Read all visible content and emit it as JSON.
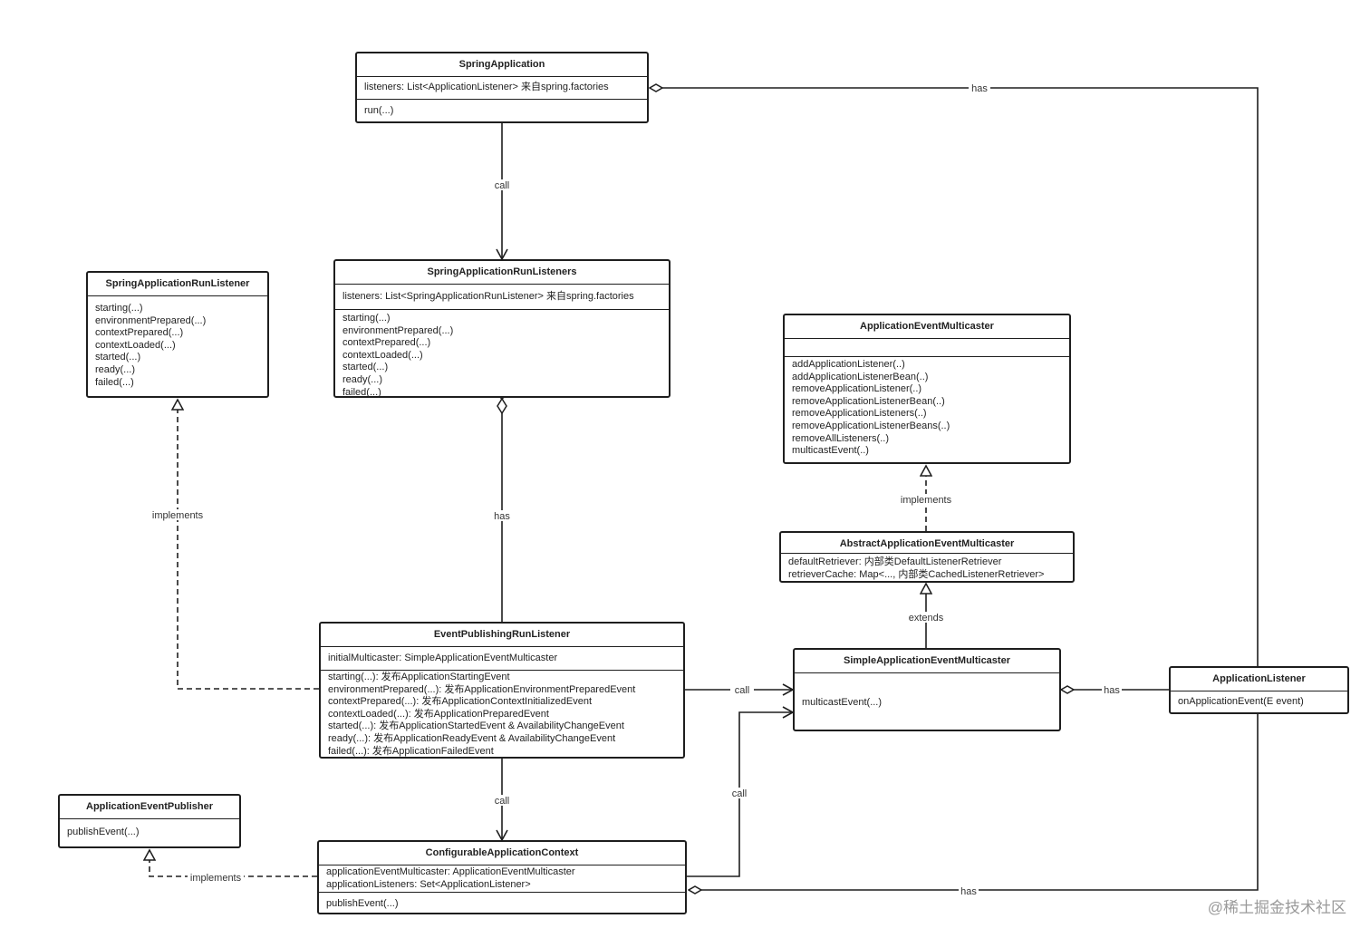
{
  "classes": {
    "spring_application": {
      "name": "SpringApplication",
      "fields": [
        "listeners: List<ApplicationListener> 来自spring.factories"
      ],
      "methods": [
        "run(...)"
      ]
    },
    "spring_application_run_listener": {
      "name": "SpringApplicationRunListener",
      "methods": [
        "starting(...)",
        "environmentPrepared(...)",
        "contextPrepared(...)",
        "contextLoaded(...)",
        "started(...)",
        "ready(...)",
        "failed(...)"
      ]
    },
    "spring_application_run_listeners": {
      "name": "SpringApplicationRunListeners",
      "fields": [
        "listeners: List<SpringApplicationRunListener> 来自spring.factories"
      ],
      "methods": [
        "starting(...)",
        "environmentPrepared(...)",
        "contextPrepared(...)",
        "contextLoaded(...)",
        "started(...)",
        "ready(...)",
        "failed(...)"
      ]
    },
    "application_event_multicaster": {
      "name": "ApplicationEventMulticaster",
      "methods": [
        "addApplicationListener(..)",
        "addApplicationListenerBean(..)",
        "removeApplicationListener(..)",
        "removeApplicationListenerBean(..)",
        "removeApplicationListeners(..)",
        "removeApplicationListenerBeans(..)",
        "removeAllListeners(..)",
        "multicastEvent(..)"
      ]
    },
    "abstract_application_event_multicaster": {
      "name": "AbstractApplicationEventMulticaster",
      "fields": [
        "defaultRetriever: 内部类DefaultListenerRetriever",
        "retrieverCache: Map<..., 内部类CachedListenerRetriever>"
      ]
    },
    "event_publishing_run_listener": {
      "name": "EventPublishingRunListener",
      "fields": [
        "initialMulticaster: SimpleApplicationEventMulticaster"
      ],
      "methods": [
        "starting(...): 发布ApplicationStartingEvent",
        "environmentPrepared(...): 发布ApplicationEnvironmentPreparedEvent",
        "contextPrepared(...): 发布ApplicationContextInitializedEvent",
        "contextLoaded(...): 发布ApplicationPreparedEvent",
        "started(...): 发布ApplicationStartedEvent & AvailabilityChangeEvent",
        "ready(...): 发布ApplicationReadyEvent & AvailabilityChangeEvent",
        "failed(...): 发布ApplicationFailedEvent"
      ]
    },
    "simple_application_event_multicaster": {
      "name": "SimpleApplicationEventMulticaster",
      "methods": [
        "multicastEvent(...)"
      ]
    },
    "application_listener": {
      "name": "ApplicationListener",
      "methods": [
        "onApplicationEvent(E event)"
      ]
    },
    "application_event_publisher": {
      "name": "ApplicationEventPublisher",
      "methods": [
        "publishEvent(...)"
      ]
    },
    "configurable_application_context": {
      "name": "ConfigurableApplicationContext",
      "fields": [
        "applicationEventMulticaster: ApplicationEventMulticaster",
        "applicationListeners: Set<ApplicationListener>"
      ],
      "methods": [
        "publishEvent(...)"
      ]
    }
  },
  "edge_labels": {
    "has_app_listener_top": "has",
    "call_run_to_listeners": "call",
    "implements_run_listener": "implements",
    "has_listeners_epr": "has",
    "implements_multicaster": "implements",
    "extends_abstract": "extends",
    "call_epr_simple": "call",
    "has_simple_app_listener": "has",
    "call_epr_context": "call",
    "call_context_simple": "call",
    "implements_publisher": "implements",
    "has_context_app_listener": "has"
  },
  "watermark": "@稀土掘金技术社区"
}
